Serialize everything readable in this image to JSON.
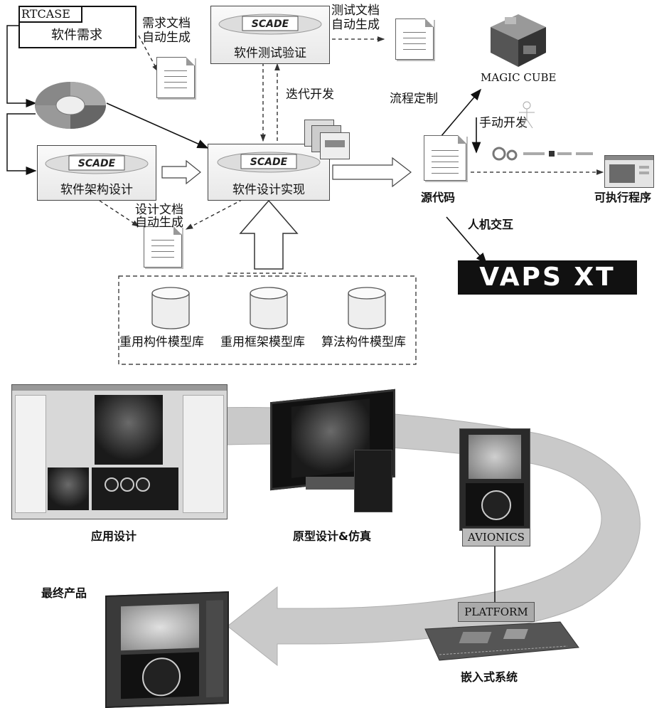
{
  "boxes": {
    "rtcase_label": "RTCASE",
    "software_requirements": "软件需求",
    "software_test": "软件测试验证",
    "architecture_design": "软件架构设计",
    "design_impl": "软件设计实现",
    "scade_logo": "SCADE"
  },
  "labels": {
    "req_doc": [
      "需求文档",
      "自动生成"
    ],
    "test_doc": [
      "测试文档",
      "自动生成"
    ],
    "design_doc": [
      "设计文档",
      "自动生成"
    ],
    "iterative": "迭代开发",
    "process_custom": "流程定制",
    "manual_dev": "手动开发",
    "source_code": "源代码",
    "hmi": "人机交互",
    "executable": "可执行程序",
    "magic_cube": "MAGIC CUBE",
    "vaps": "VAPS XT"
  },
  "libraries": [
    "重用构件模型库",
    "重用框架模型库",
    "算法构件模型库"
  ],
  "bottom": {
    "app_design": "应用设计",
    "prototype": "原型设计&仿真",
    "avionics": "AVIONICS",
    "platform": "PLATFORM",
    "embedded": "嵌入式系统",
    "final_product": "最终产品"
  }
}
